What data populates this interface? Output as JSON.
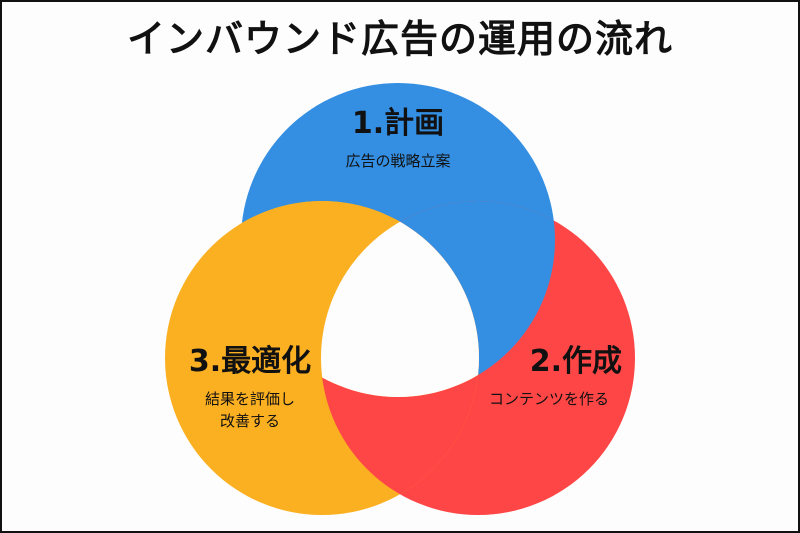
{
  "title": "インバウンド広告の運用の流れ",
  "colors": {
    "planning": "#348FE2",
    "creation": "#FF4646",
    "optimization": "#FBB022",
    "center": "#FDFDFD",
    "text": "#111111"
  },
  "steps": [
    {
      "heading": "1.計画",
      "description_lines": [
        "広告の戦略立案"
      ]
    },
    {
      "heading": "2.作成",
      "description_lines": [
        "コンテンツを作る"
      ]
    },
    {
      "heading": "3.最適化",
      "description_lines": [
        "結果を評価し",
        "改善する"
      ]
    }
  ]
}
